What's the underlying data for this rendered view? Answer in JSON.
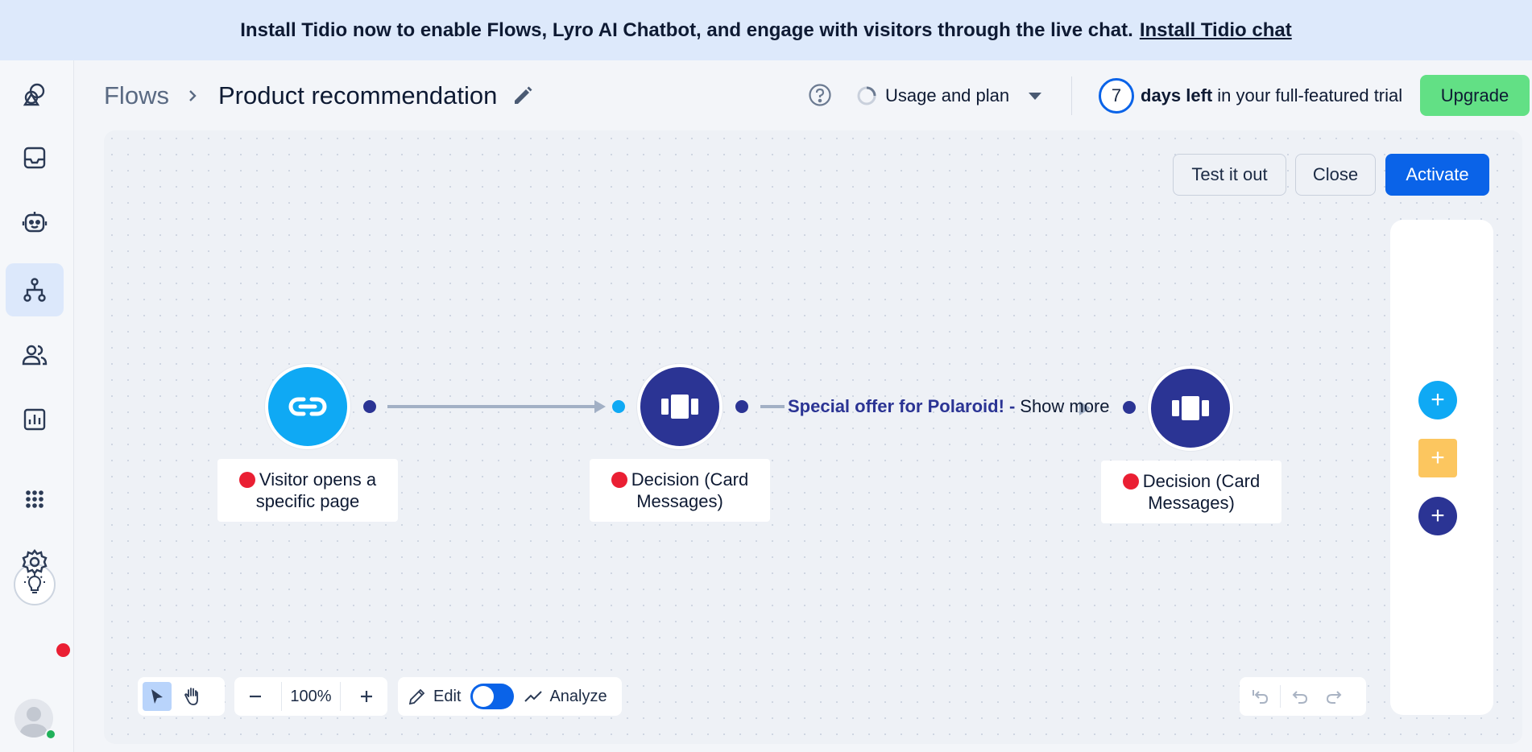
{
  "banner": {
    "text": "Install Tidio now to enable Flows, Lyro AI Chatbot, and engage with visitors through the live chat.",
    "link": "Install Tidio chat"
  },
  "sidebar": {
    "items": [
      {
        "icon": "shapes-icon"
      },
      {
        "icon": "inbox-icon"
      },
      {
        "icon": "bot-icon"
      },
      {
        "icon": "flows-icon",
        "active": true
      },
      {
        "icon": "contacts-icon"
      },
      {
        "icon": "analytics-icon"
      }
    ],
    "bottom": [
      "bulb-icon",
      "apps-grid-icon",
      "settings-icon",
      "avatar"
    ]
  },
  "header": {
    "breadcrumb_root": "Flows",
    "title": "Product recommendation",
    "usage_label": "Usage and plan",
    "days_count": "7",
    "days_left": "days left",
    "trial_text": "in your full-featured trial",
    "upgrade": "Upgrade"
  },
  "actions": {
    "test": "Test it out",
    "close": "Close",
    "activate": "Activate"
  },
  "flow": {
    "nodes": [
      {
        "label": "Visitor opens a specific page",
        "type": "trigger",
        "icon": "link-icon",
        "color": "#0fa9f4"
      },
      {
        "label": "Decision (Card Messages)",
        "type": "action",
        "icon": "cards-icon",
        "color": "#2b3494"
      },
      {
        "label": "Decision (Card Messages)",
        "type": "action",
        "icon": "cards-icon",
        "color": "#2b3494"
      }
    ],
    "edge_label": {
      "offer": "Special offer for Polaroid!",
      "separator": "-",
      "action": "Show more"
    }
  },
  "palette": {
    "add_trigger": "+",
    "add_condition": "+",
    "add_action": "+",
    "colors": {
      "trigger": "#0fa9f4",
      "condition": "#fcc65f",
      "action": "#2b3494"
    }
  },
  "toolbar": {
    "zoom": "100%",
    "edit": "Edit",
    "analyze": "Analyze"
  },
  "colors": {
    "primary": "#0a63e8",
    "upgrade": "#62e085",
    "banner": "#dde9fb",
    "alert": "#ea1f33"
  }
}
